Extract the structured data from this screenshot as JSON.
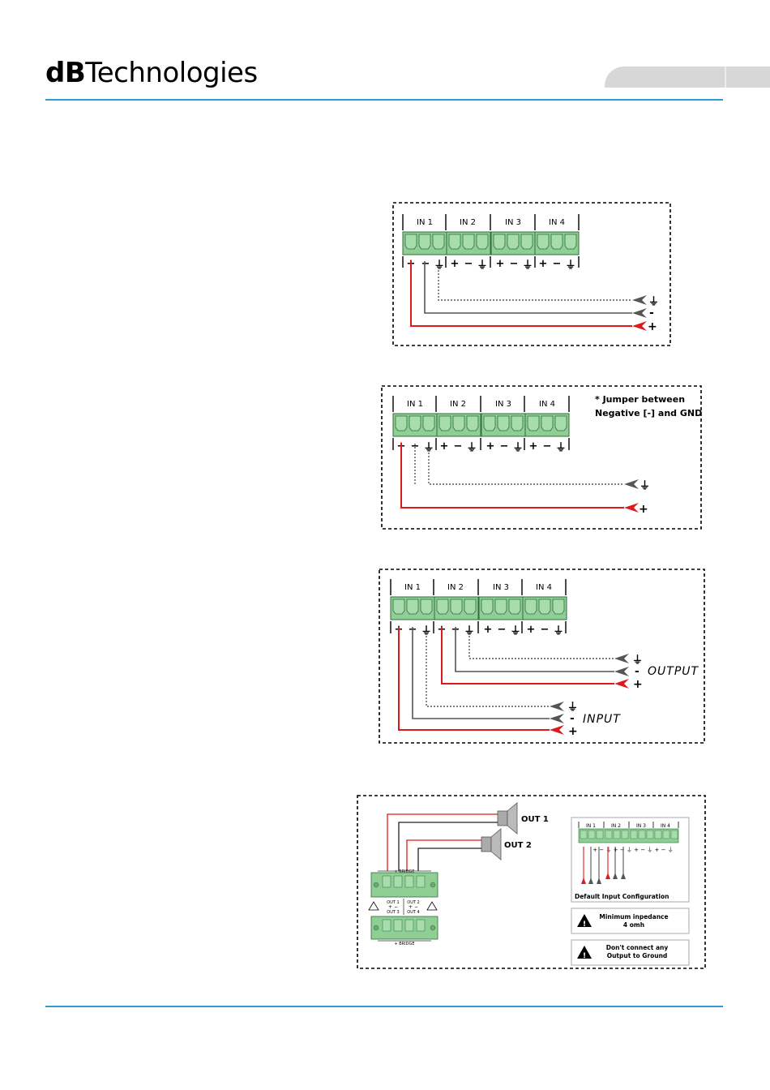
{
  "header": {
    "brand_bold": "dB",
    "brand_rest": "Technologies"
  },
  "colors": {
    "accent": "#2e9bd6",
    "terminal_green": "#8fcf96",
    "wire_red": "#dd1a1a",
    "wire_gray": "#555555"
  },
  "terminal_labels": [
    "IN 1",
    "IN 2",
    "IN 3",
    "IN 4"
  ],
  "pin_marks": {
    "plus": "+",
    "minus": "−",
    "ground": "⏚"
  },
  "diagram1": {
    "wire_labels": [
      "⏚",
      "-",
      "+"
    ]
  },
  "diagram2": {
    "note_line1": "* Jumper between",
    "note_line2": "Negative [-] and GND",
    "wire_labels": [
      "⏚",
      "+"
    ]
  },
  "diagram3": {
    "output_label": "OUTPUT",
    "input_label": "INPUT",
    "output_wire_labels": [
      "⏚",
      "-",
      "+"
    ],
    "input_wire_labels": [
      "⏚",
      "-",
      "+"
    ]
  },
  "diagram4": {
    "out1": "OUT 1",
    "out2": "OUT 2",
    "bridge_label": "+ BRIDGE",
    "bridge_label_bottom": "+ BRIDGE",
    "out_block_labels": [
      "OUT 1",
      "OUT 2",
      "OUT 3",
      "OUT 4"
    ],
    "default_config_title": "Default Input Configuration",
    "warning1_line1": "Minimum inpedance",
    "warning1_line2": "4 omh",
    "warning2_line1": "Don't connect any",
    "warning2_line2": "Output to Ground"
  }
}
